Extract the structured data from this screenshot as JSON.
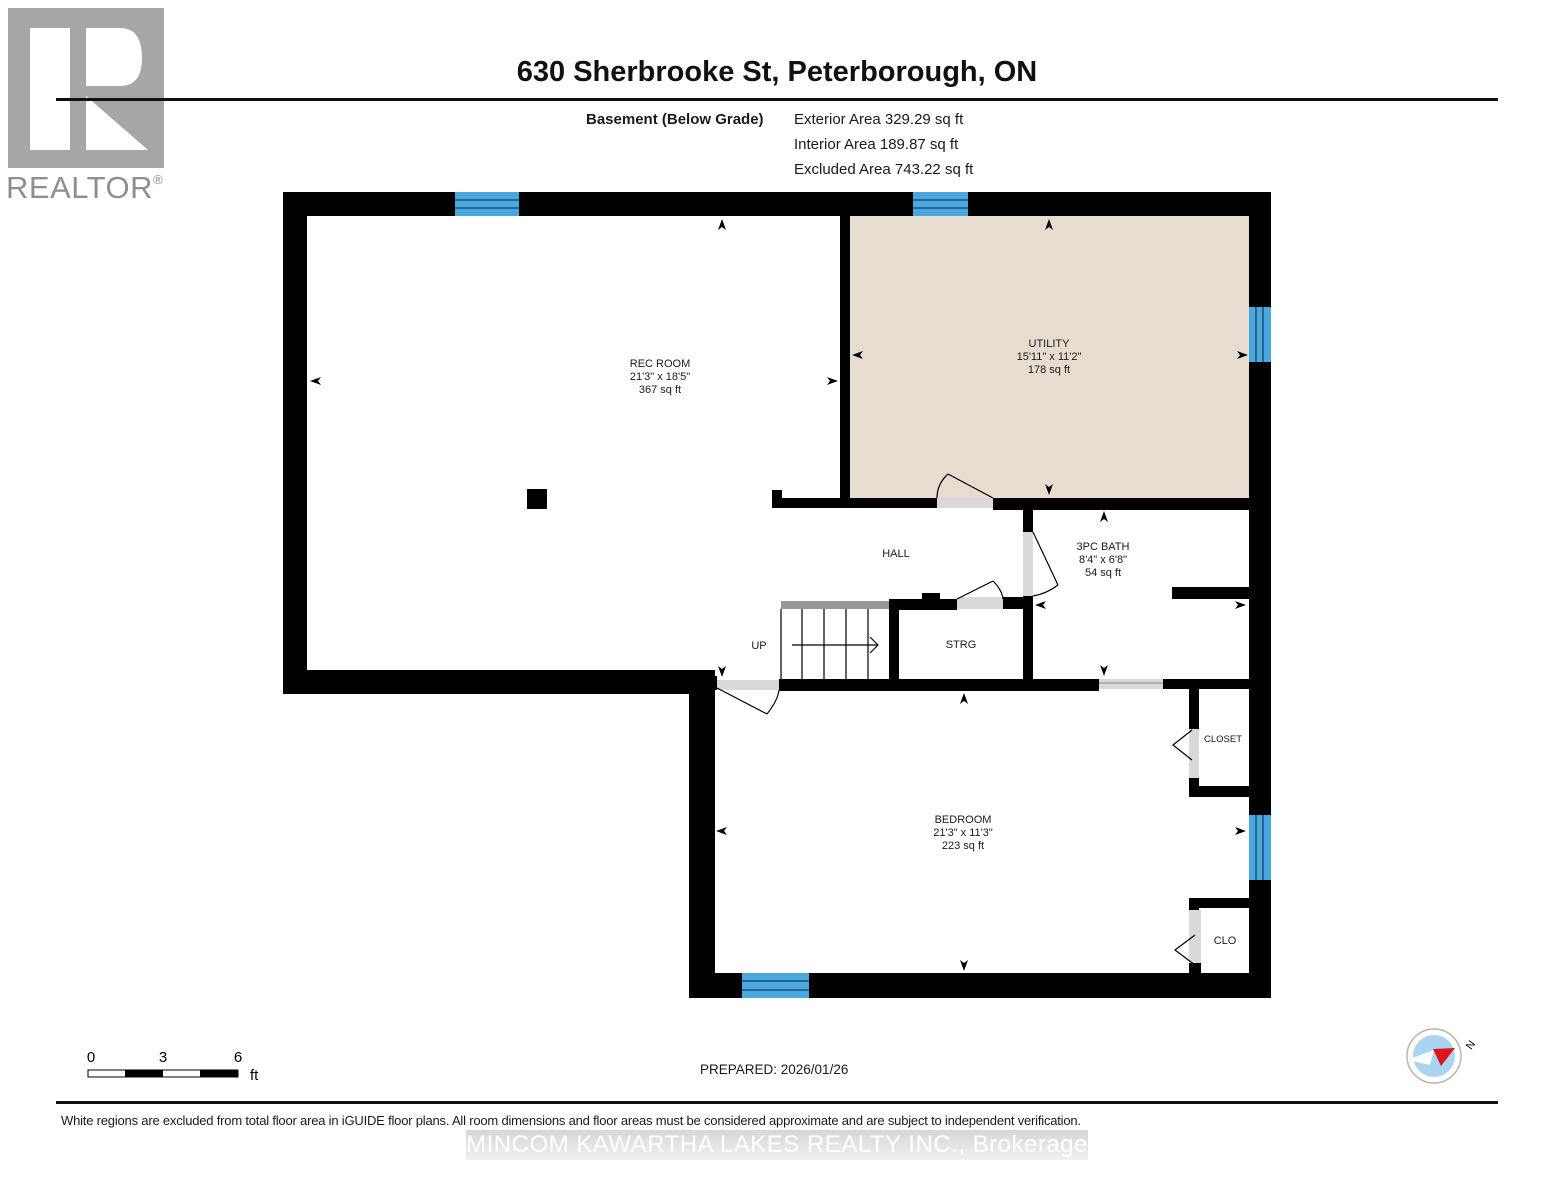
{
  "header": {
    "title": "630 Sherbrooke St, Peterborough, ON",
    "logo_text": "REALTOR",
    "logo_mark": "®"
  },
  "floor": {
    "name": "Basement (Below Grade)",
    "areas": [
      {
        "label": "Exterior Area",
        "value": "329.29 sq ft"
      },
      {
        "label": "Interior Area",
        "value": "189.87 sq ft"
      },
      {
        "label": "Excluded Area",
        "value": "743.22 sq ft"
      }
    ],
    "area_lines": [
      "Exterior Area 329.29 sq ft",
      "Interior Area 189.87 sq ft",
      "Excluded Area 743.22 sq ft"
    ]
  },
  "rooms": {
    "rec_room": {
      "name": "REC ROOM",
      "dims": "21'3\" x 18'5\"",
      "area": "367 sq ft"
    },
    "utility": {
      "name": "UTILITY",
      "dims": "15'11\" x 11'2\"",
      "area": "178 sq ft"
    },
    "bath": {
      "name": "3PC BATH",
      "dims": "8'4\" x 6'8\"",
      "area": "54 sq ft"
    },
    "hall": {
      "name": "HALL"
    },
    "strg": {
      "name": "STRG"
    },
    "stairs": {
      "name": "UP"
    },
    "bedroom": {
      "name": "BEDROOM",
      "dims": "21'3\" x 11'3\"",
      "area": "223 sq ft"
    },
    "closet": {
      "name": "CLOSET"
    },
    "clo": {
      "name": "CLO"
    }
  },
  "colors": {
    "wall": "#000000",
    "window": "#4aa8de",
    "utility_fill": "#e6ddd0",
    "door_fill": "#d9d9d9",
    "logo_gray": "#a6a6a6",
    "compass_red": "#e0141e",
    "compass_blue": "#a9d5f1"
  },
  "scale": {
    "ticks": [
      "0",
      "3",
      "6"
    ],
    "unit": "ft"
  },
  "compass": {
    "label": "N"
  },
  "footer": {
    "prepared": "PREPARED: 2026/01/26",
    "disclaimer": "White regions are excluded from total floor area in iGUIDE floor plans. All room dimensions and floor areas must be considered approximate and are subject to independent verification.",
    "watermark": "MINCOM KAWARTHA LAKES REALTY INC., Brokerage"
  }
}
